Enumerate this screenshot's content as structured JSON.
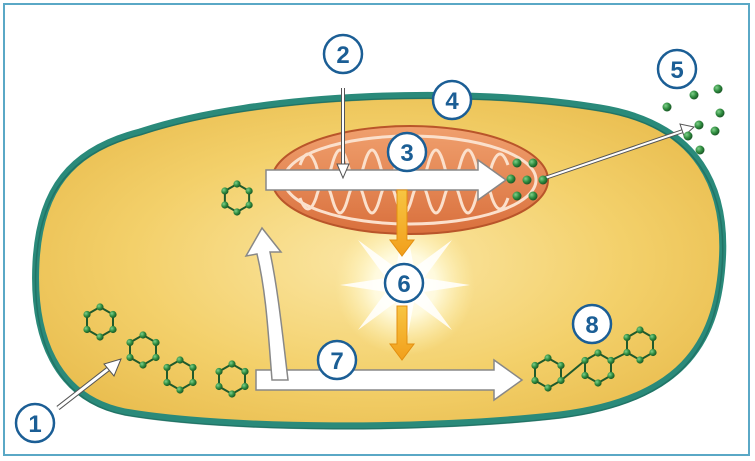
{
  "labels": {
    "l1": "1",
    "l2": "2",
    "l3": "3",
    "l4": "4",
    "l5": "5",
    "l6": "6",
    "l7": "7",
    "l8": "8"
  },
  "colors": {
    "frame": "#5aa8c6",
    "membrane": "#2a8a7a",
    "cytoplasm": "#f3d06a",
    "mitochondrion": "#e3834d",
    "molecule": "#2e8b3e",
    "label_text": "#1b5e95",
    "energy_arrow": "#f6b21a"
  },
  "icons": {
    "ring_molecule": "hexagon-ring-icon",
    "small_molecule": "dot-icon",
    "energy_burst": "starburst-icon"
  }
}
